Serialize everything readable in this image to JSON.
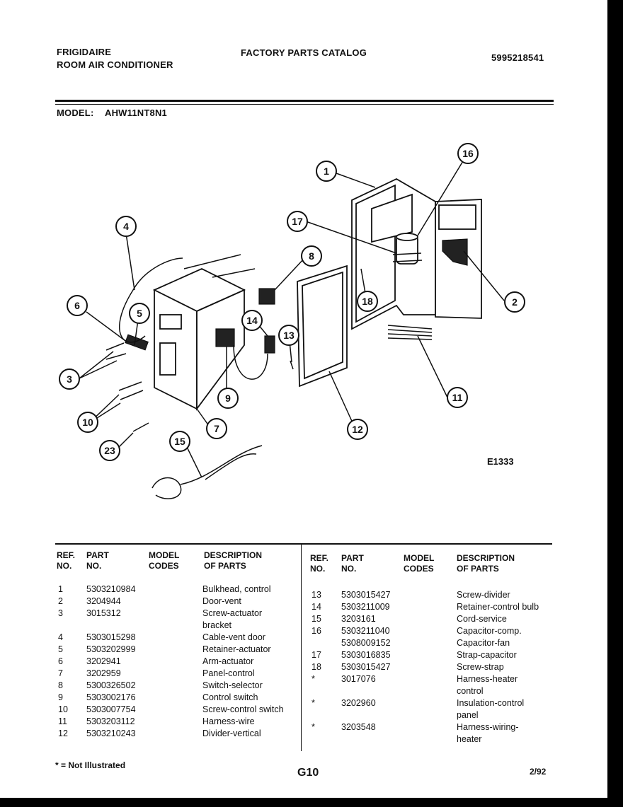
{
  "header": {
    "brand": "FRIGIDAIRE",
    "product": "ROOM AIR CONDITIONER",
    "catalog": "FACTORY PARTS CATALOG",
    "doc_number": "5995218541",
    "model_label": "MODEL:",
    "model_value": "AHW11NT8N1"
  },
  "diagram": {
    "code": "E1333",
    "callouts": [
      "1",
      "2",
      "3",
      "4",
      "5",
      "6",
      "7",
      "8",
      "9",
      "10",
      "11",
      "12",
      "13",
      "14",
      "15",
      "16",
      "17",
      "18",
      "23"
    ]
  },
  "table": {
    "headers": {
      "ref_no": [
        "REF.",
        "NO."
      ],
      "part_no": [
        "PART",
        "NO."
      ],
      "model_codes": [
        "MODEL",
        "CODES"
      ],
      "description": [
        "DESCRIPTION",
        "OF PARTS"
      ]
    },
    "left_rows": [
      {
        "ref": "1",
        "part": "5303210984",
        "desc": "Bulkhead, control"
      },
      {
        "ref": "2",
        "part": "3204944",
        "desc": "Door-vent"
      },
      {
        "ref": "3",
        "part": "3015312",
        "desc": "Screw-actuator"
      },
      {
        "ref": "",
        "part": "",
        "desc": "bracket"
      },
      {
        "ref": "4",
        "part": "5303015298",
        "desc": "Cable-vent door"
      },
      {
        "ref": "5",
        "part": "5303202999",
        "desc": "Retainer-actuator"
      },
      {
        "ref": "6",
        "part": "3202941",
        "desc": "Arm-actuator"
      },
      {
        "ref": "7",
        "part": "3202959",
        "desc": "Panel-control"
      },
      {
        "ref": "8",
        "part": "5300326502",
        "desc": "Switch-selector"
      },
      {
        "ref": "9",
        "part": "5303002176",
        "desc": "Control switch"
      },
      {
        "ref": "10",
        "part": "5303007754",
        "desc": "Screw-control switch"
      },
      {
        "ref": "11",
        "part": "5303203112",
        "desc": "Harness-wire"
      },
      {
        "ref": "12",
        "part": "5303210243",
        "desc": "Divider-vertical"
      }
    ],
    "right_rows": [
      {
        "ref": "13",
        "part": "5303015427",
        "desc": "Screw-divider"
      },
      {
        "ref": "14",
        "part": "5303211009",
        "desc": "Retainer-control bulb"
      },
      {
        "ref": "15",
        "part": "3203161",
        "desc": "Cord-service"
      },
      {
        "ref": "16",
        "part": "5303211040",
        "desc": "Capacitor-comp."
      },
      {
        "ref": "",
        "part": "5308009152",
        "desc": "Capacitor-fan"
      },
      {
        "ref": "17",
        "part": "5303016835",
        "desc": "Strap-capacitor"
      },
      {
        "ref": "18",
        "part": "5303015427",
        "desc": "Screw-strap"
      },
      {
        "ref": "*",
        "part": "3017076",
        "desc": "Harness-heater"
      },
      {
        "ref": "",
        "part": "",
        "desc": "control"
      },
      {
        "ref": "*",
        "part": "3202960",
        "desc": "Insulation-control"
      },
      {
        "ref": "",
        "part": "",
        "desc": "panel"
      },
      {
        "ref": "*",
        "part": "3203548",
        "desc": "Harness-wiring-"
      },
      {
        "ref": "",
        "part": "",
        "desc": "heater"
      }
    ]
  },
  "footer": {
    "note": "* = Not Illustrated",
    "page": "G10",
    "date": "2/92"
  }
}
